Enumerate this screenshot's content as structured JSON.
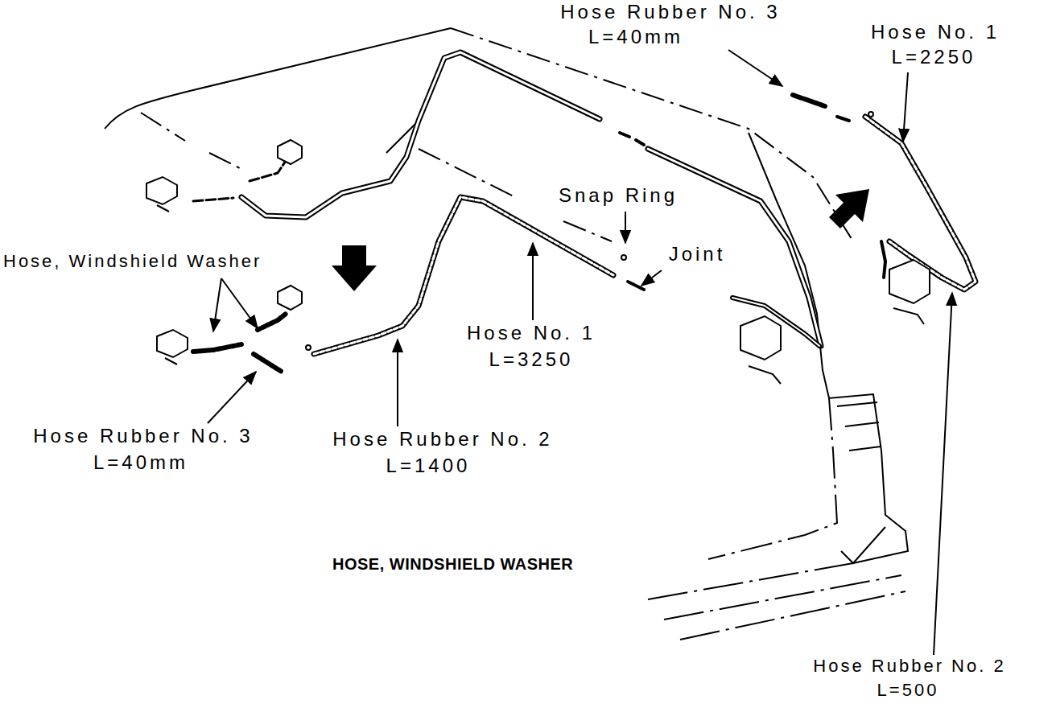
{
  "diagram": {
    "caption": "HOSE, WINDSHIELD WASHER",
    "labels": [
      "Hose Rubber No. 3",
      "L=40mm",
      "Hose No. 1",
      "L=2250",
      "Snap Ring",
      "Hose, Windshield Washer",
      "Joint",
      "Hose No. 1",
      "L=3250",
      "Hose Rubber No. 3",
      "L=40mm",
      "Hose Rubber No. 2",
      "L=1400",
      "Hose Rubber No. 2",
      "L=500"
    ]
  }
}
